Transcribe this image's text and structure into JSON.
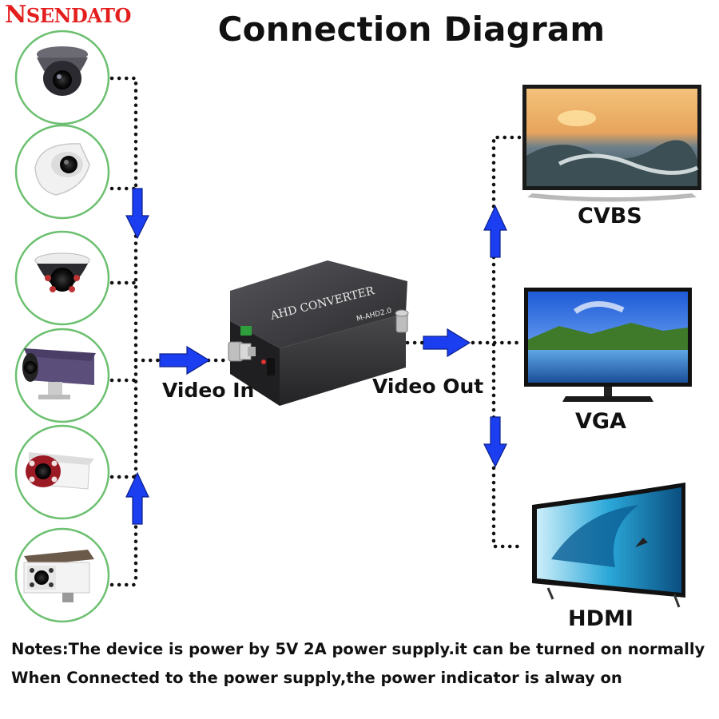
{
  "brand": {
    "logo_first": "N",
    "logo_rest": "SENDATO"
  },
  "title": "Connection Diagram",
  "input_label": "Video In",
  "output_label": "Video Out",
  "device": {
    "brand_text": "AHD CONVERTER",
    "model_text": "M-AHD2.0"
  },
  "cameras": [
    {
      "name": "dome-camera-dark"
    },
    {
      "name": "dome-camera-white"
    },
    {
      "name": "dome-camera-ir"
    },
    {
      "name": "bullet-camera-purple"
    },
    {
      "name": "bullet-camera-red-ir"
    },
    {
      "name": "box-camera-white"
    }
  ],
  "outputs": [
    {
      "label": "CVBS",
      "screen": "sea-rocks-sunset"
    },
    {
      "label": "VGA",
      "screen": "lake-mountain"
    },
    {
      "label": "HDMI",
      "screen": "surfer-wave"
    }
  ],
  "notes": [
    "Notes:The device is power by 5V 2A power supply.it can be turned on normally",
    "When Connected to the power supply,the power indicator is alway on"
  ],
  "colors": {
    "logo": "#e41d1d",
    "arrow": "#1b3ff0",
    "circle_border": "#6cc070",
    "dotted_line": "#111111",
    "device_body": "#3b3b3d"
  }
}
